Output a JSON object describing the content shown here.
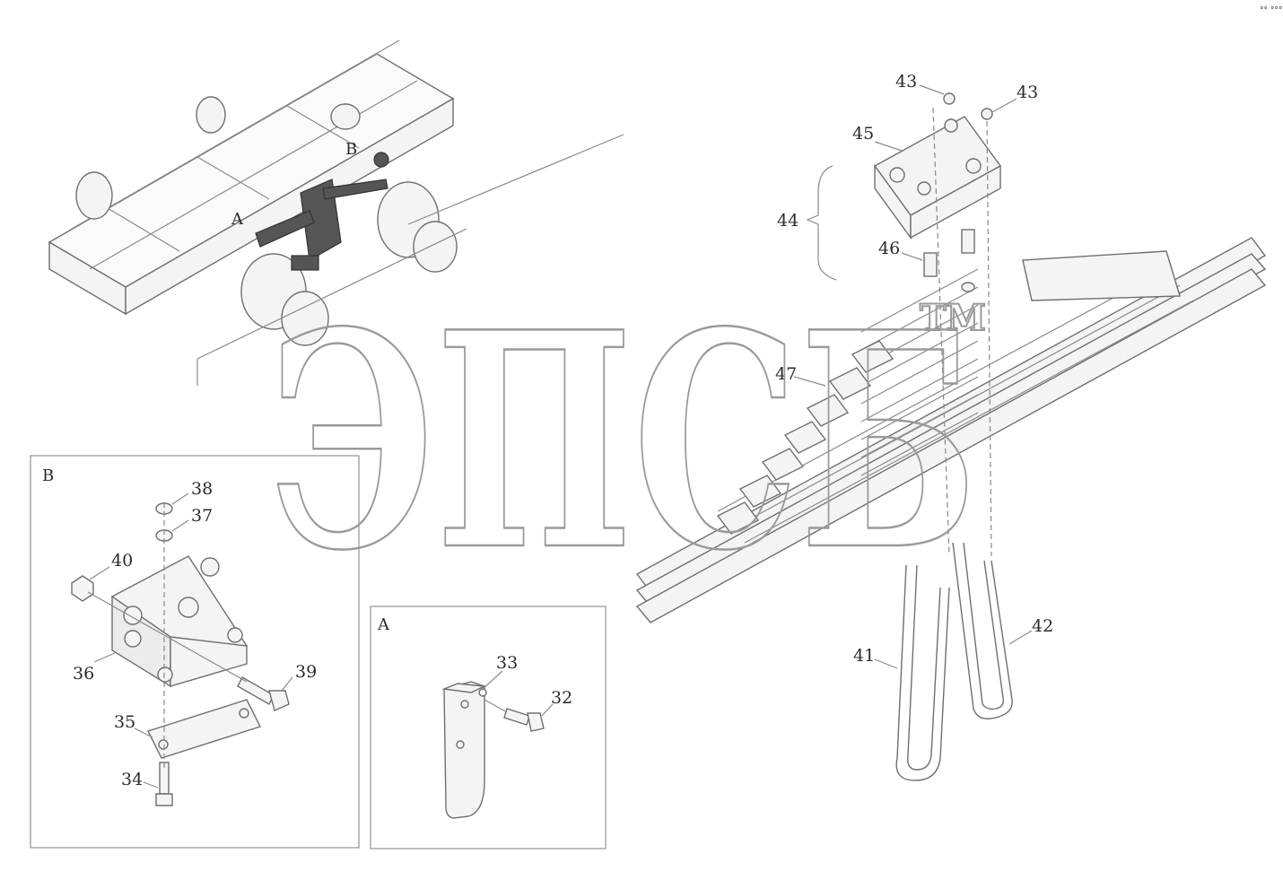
{
  "colors": {
    "background": "#ffffff",
    "line": "#8a8a8a",
    "watermark": "#9a9a9a"
  },
  "watermark": {
    "logo_text": "ЭПСБ",
    "trademark": "TM"
  },
  "corner_mark": "°° °°°",
  "detail_boxes": {
    "b_label": "B",
    "a_label": "A"
  },
  "overview_labels": {
    "b": "B",
    "a": "A"
  },
  "callouts": {
    "c43a": "43",
    "c43b": "43",
    "c45": "45",
    "c44": "44",
    "c46": "46",
    "c47": "47",
    "c41": "41",
    "c42": "42",
    "c38": "38",
    "c37": "37",
    "c40": "40",
    "c36": "36",
    "c39": "39",
    "c35": "35",
    "c34": "34",
    "c33": "33",
    "c32": "32"
  }
}
